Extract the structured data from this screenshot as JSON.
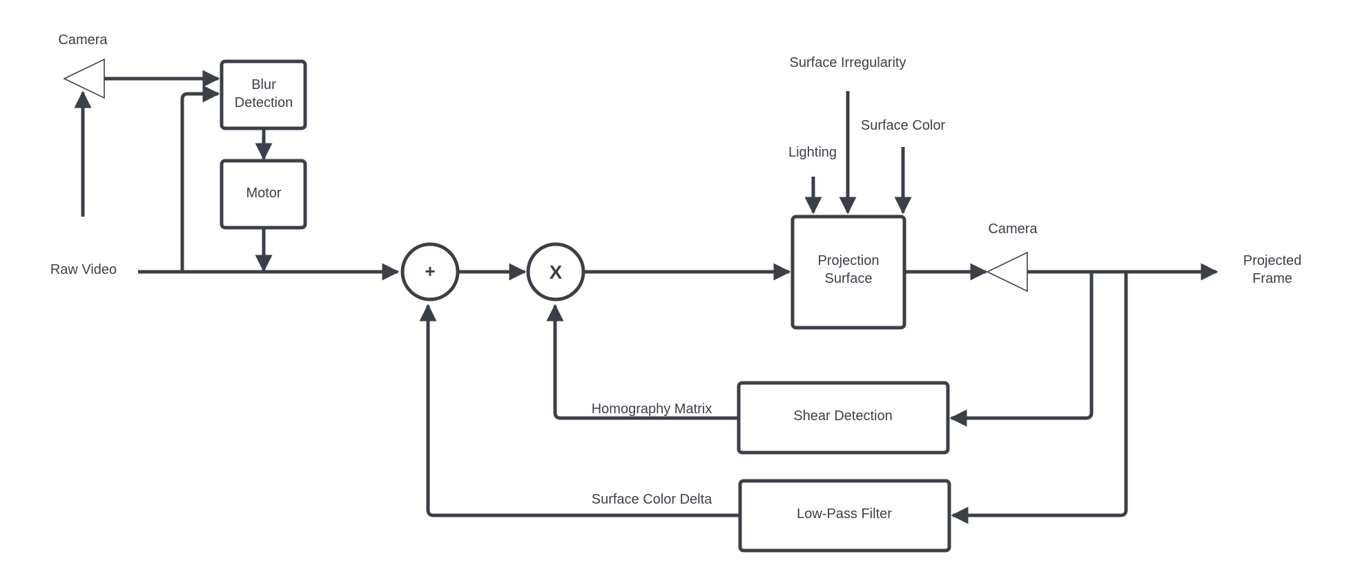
{
  "blocks": {
    "blur_detection": [
      "Blur",
      "Detection"
    ],
    "motor": "Motor",
    "projection_surface": [
      "Projection",
      "Surface"
    ],
    "shear_detection": "Shear Detection",
    "low_pass_filter": "Low-Pass Filter"
  },
  "junctions": {
    "sum": "+",
    "multiply": "X"
  },
  "labels": {
    "camera_top": "Camera",
    "camera_right": "Camera",
    "raw_video": "Raw Video",
    "projected_frame": [
      "Projected",
      "Frame"
    ],
    "surface_irregularity": "Surface Irregularity",
    "surface_color": "Surface Color",
    "lighting": "Lighting",
    "homography_matrix": "Homography Matrix",
    "surface_color_delta": "Surface Color Delta"
  }
}
